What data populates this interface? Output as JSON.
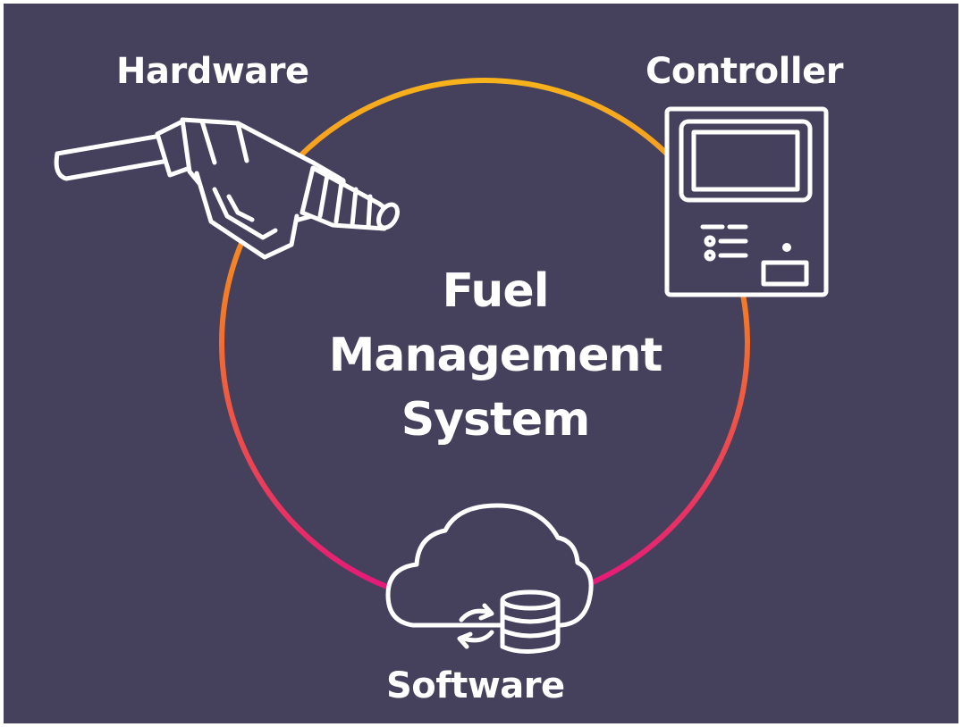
{
  "center_title": {
    "line1": "Fuel",
    "line2": "Management",
    "line3": "System"
  },
  "nodes": {
    "hardware": {
      "label": "Hardware",
      "icon": "fuel-nozzle-icon"
    },
    "controller": {
      "label": "Controller",
      "icon": "controller-terminal-icon"
    },
    "software": {
      "label": "Software",
      "icon": "cloud-database-icon"
    }
  },
  "colors": {
    "background": "#45405b",
    "ring_top": "#f7b21c",
    "ring_mid": "#f3762a",
    "ring_bottom": "#e3137f",
    "icon_stroke": "#ffffff",
    "text": "#ffffff"
  }
}
